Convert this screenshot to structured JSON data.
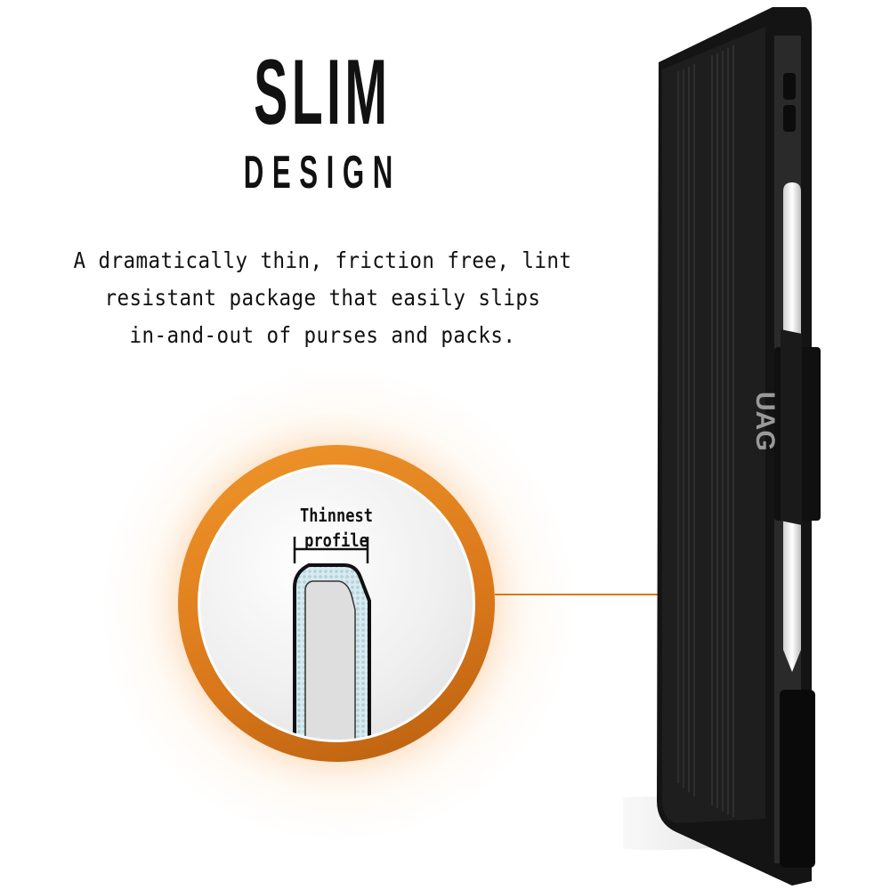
{
  "heading": {
    "line1": "SLIM",
    "line2": "DESIGN"
  },
  "description": {
    "lines": [
      "A dramatically thin, friction free, lint",
      "resistant package that easily slips",
      "in-and-out of purses and packs."
    ]
  },
  "callout": {
    "label_line1": "Thinnest",
    "label_line2": "profile"
  },
  "product": {
    "logo": "UAG"
  },
  "colors": {
    "accent": "#d9771a",
    "text": "#111111",
    "case": "#151515"
  }
}
